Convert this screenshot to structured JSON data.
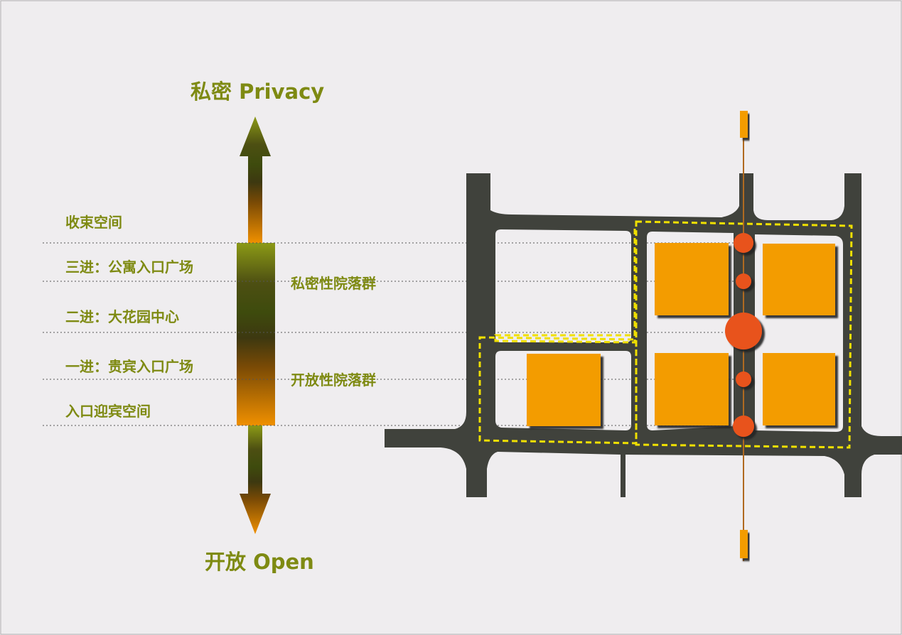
{
  "axis": {
    "top_label": "私密 Privacy",
    "bottom_label": "开放 Open"
  },
  "levels": [
    "收束空间",
    "三进：公寓入口广场",
    "二进：大花园中心",
    "一进：贵宾入口广场",
    "入口迎宾空间"
  ],
  "groups": {
    "private": "私密性院落群",
    "open": "开放性院落群"
  },
  "colors": {
    "label_green": "#7e8a12",
    "road": "#40423c",
    "building": "#f39c00",
    "node": "#e8521a",
    "boundary_dash": "#f0e000"
  }
}
